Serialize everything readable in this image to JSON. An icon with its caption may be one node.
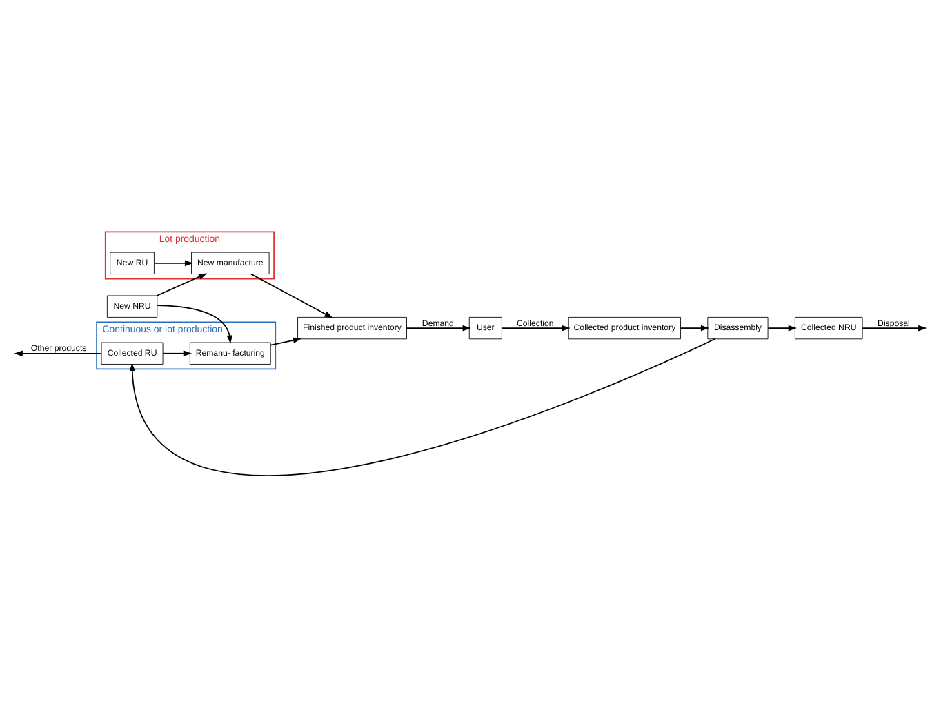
{
  "diagram": {
    "nodes": [
      {
        "text": [
          "Lot production"
        ]
      },
      {
        "text": [
          "New RU"
        ],
        "in": 0
      },
      {
        "text": [
          "New manufacture"
        ],
        "in": 0
      },
      {
        "text": [
          "New NRU"
        ]
      },
      {
        "text": [
          "Continuous or lot production"
        ]
      },
      {
        "text": [
          "Collected RU"
        ],
        "in": 4
      },
      {
        "text": [
          "Remanu- facturing"
        ],
        "in": 4
      },
      {
        "text": [
          "Finished product inventory"
        ]
      },
      {
        "text": [
          "User"
        ]
      },
      {
        "text": [
          "Collected product inventory"
        ]
      },
      {
        "text": [
          "Disassembly"
        ]
      },
      {
        "text": [
          "Collected NRU"
        ]
      }
    ],
    "edges": [
      {
        "from": 1,
        "to": 2,
        "arrow": "to"
      },
      {
        "from": 3,
        "to": 2,
        "arrow": "to"
      },
      {
        "from": 3,
        "to": 6,
        "arrow": "to"
      },
      {
        "from": 2,
        "to": 7,
        "arrow": "to"
      },
      {
        "from": 5,
        "to": 6,
        "arrow": "to"
      },
      {
        "from": 6,
        "to": 7,
        "arrow": "to"
      },
      {
        "from": 7,
        "to": 8,
        "arrow": "to",
        "label": "Demand"
      },
      {
        "from": 8,
        "to": 9,
        "arrow": "to",
        "label": "Collection"
      },
      {
        "from": 9,
        "to": 10,
        "arrow": "to"
      },
      {
        "from": 10,
        "to": 5,
        "arrow": "to"
      },
      {
        "from": 10,
        "to": 11,
        "arrow": "to"
      },
      {
        "from": 5,
        "to": null,
        "arrow": "to",
        "label": "Other products"
      },
      {
        "from": 11,
        "to": null,
        "arrow": "to",
        "label": "Disposal"
      }
    ]
  }
}
